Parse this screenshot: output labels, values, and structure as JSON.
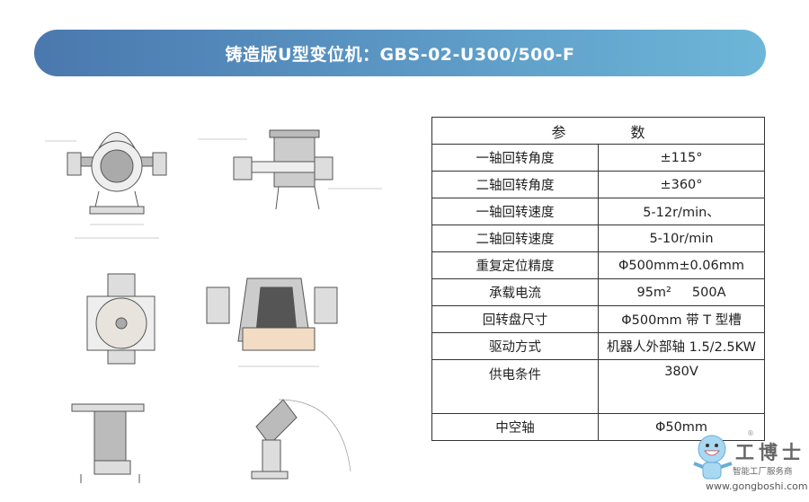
{
  "banner": {
    "title": "铸造版U型变位机：GBS-02-U300/500-F",
    "colors": [
      "#4a78ae",
      "#6db6d8"
    ]
  },
  "spec_table": {
    "header": [
      "参",
      "数"
    ],
    "rows": [
      {
        "label": "一轴回转角度",
        "value": "±115°"
      },
      {
        "label": "二轴回转角度",
        "value": "±360°"
      },
      {
        "label": "一轴回转速度",
        "value": "5-12r/min、"
      },
      {
        "label": "二轴回转速度",
        "value": "5-10r/min"
      },
      {
        "label": "重复定位精度",
        "value": "Φ500mm±0.06mm"
      },
      {
        "label": "承载电流",
        "value": "95m²     500A"
      },
      {
        "label": "回转盘尺寸",
        "value": "Φ500mm 带 T 型槽"
      },
      {
        "label": "驱动方式",
        "value": "机器人外部轴 1.5/2.5KW"
      },
      {
        "label": "供电条件",
        "value": "380V"
      },
      {
        "label": "中空轴",
        "value": "Φ50mm"
      }
    ]
  },
  "logo": {
    "name": "工博士",
    "tagline": "智能工厂服务商",
    "url": "www.gongboshi.com",
    "reg": "®"
  }
}
